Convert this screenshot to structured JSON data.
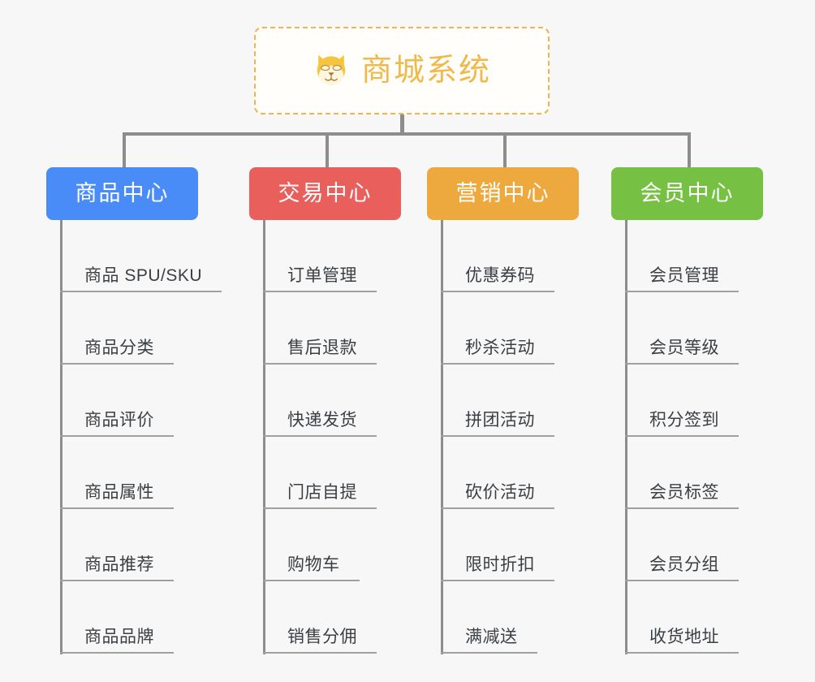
{
  "root": {
    "title": "商城系统",
    "icon": "dog-face-icon",
    "border_color": "#f0b54a",
    "text_color": "#f0b94b"
  },
  "connector_color": "#8d8d8d",
  "background_color": "#f7f7f7",
  "columns": [
    {
      "id": "product-center",
      "label": "商品中心",
      "color": "#4a8cf7",
      "items": [
        "商品 SPU/SKU",
        "商品分类",
        "商品评价",
        "商品属性",
        "商品推荐",
        "商品品牌"
      ]
    },
    {
      "id": "trade-center",
      "label": "交易中心",
      "color": "#e95f5c",
      "items": [
        "订单管理",
        "售后退款",
        "快递发货",
        "门店自提",
        "购物车",
        "销售分佣"
      ]
    },
    {
      "id": "marketing-center",
      "label": "营销中心",
      "color": "#eda93e",
      "items": [
        "优惠券码",
        "秒杀活动",
        "拼团活动",
        "砍价活动",
        "限时折扣",
        "满减送"
      ]
    },
    {
      "id": "member-center",
      "label": "会员中心",
      "color": "#76c043",
      "items": [
        "会员管理",
        "会员等级",
        "积分签到",
        "会员标签",
        "会员分组",
        "收货地址"
      ]
    }
  ]
}
